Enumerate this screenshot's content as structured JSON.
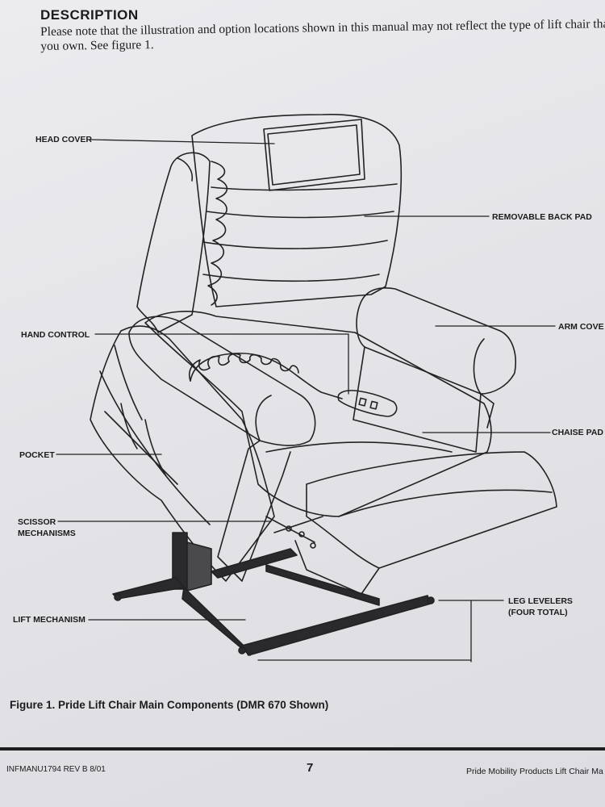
{
  "heading": "DESCRIPTION",
  "intro": {
    "line1": "Please note that the illustration and option locations shown in this manual may not reflect the type of lift chair that",
    "line2": "you own.  See figure 1."
  },
  "labels": {
    "head_cover": "HEAD COVER",
    "removable_back_pad": "REMOVABLE BACK PAD",
    "hand_control": "HAND  CONTROL",
    "arm_cover": "ARM COVE",
    "chaise_pad": "CHAISE PAD",
    "pocket": "POCKET",
    "scissor_line1": "SCISSOR",
    "scissor_line2": "MECHANISMS",
    "lift_mechanism": "LIFT MECHANISM",
    "leg_levelers_line1": "LEG LEVELERS",
    "leg_levelers_line2": "(FOUR TOTAL)"
  },
  "caption": "Figure 1. Pride Lift Chair Main Components (DMR 670 Shown)",
  "footer": {
    "doc_id": "INFMANU1794  REV B  8/01",
    "page_number": "7",
    "publisher": "Pride Mobility Products Lift Chair Ma"
  }
}
